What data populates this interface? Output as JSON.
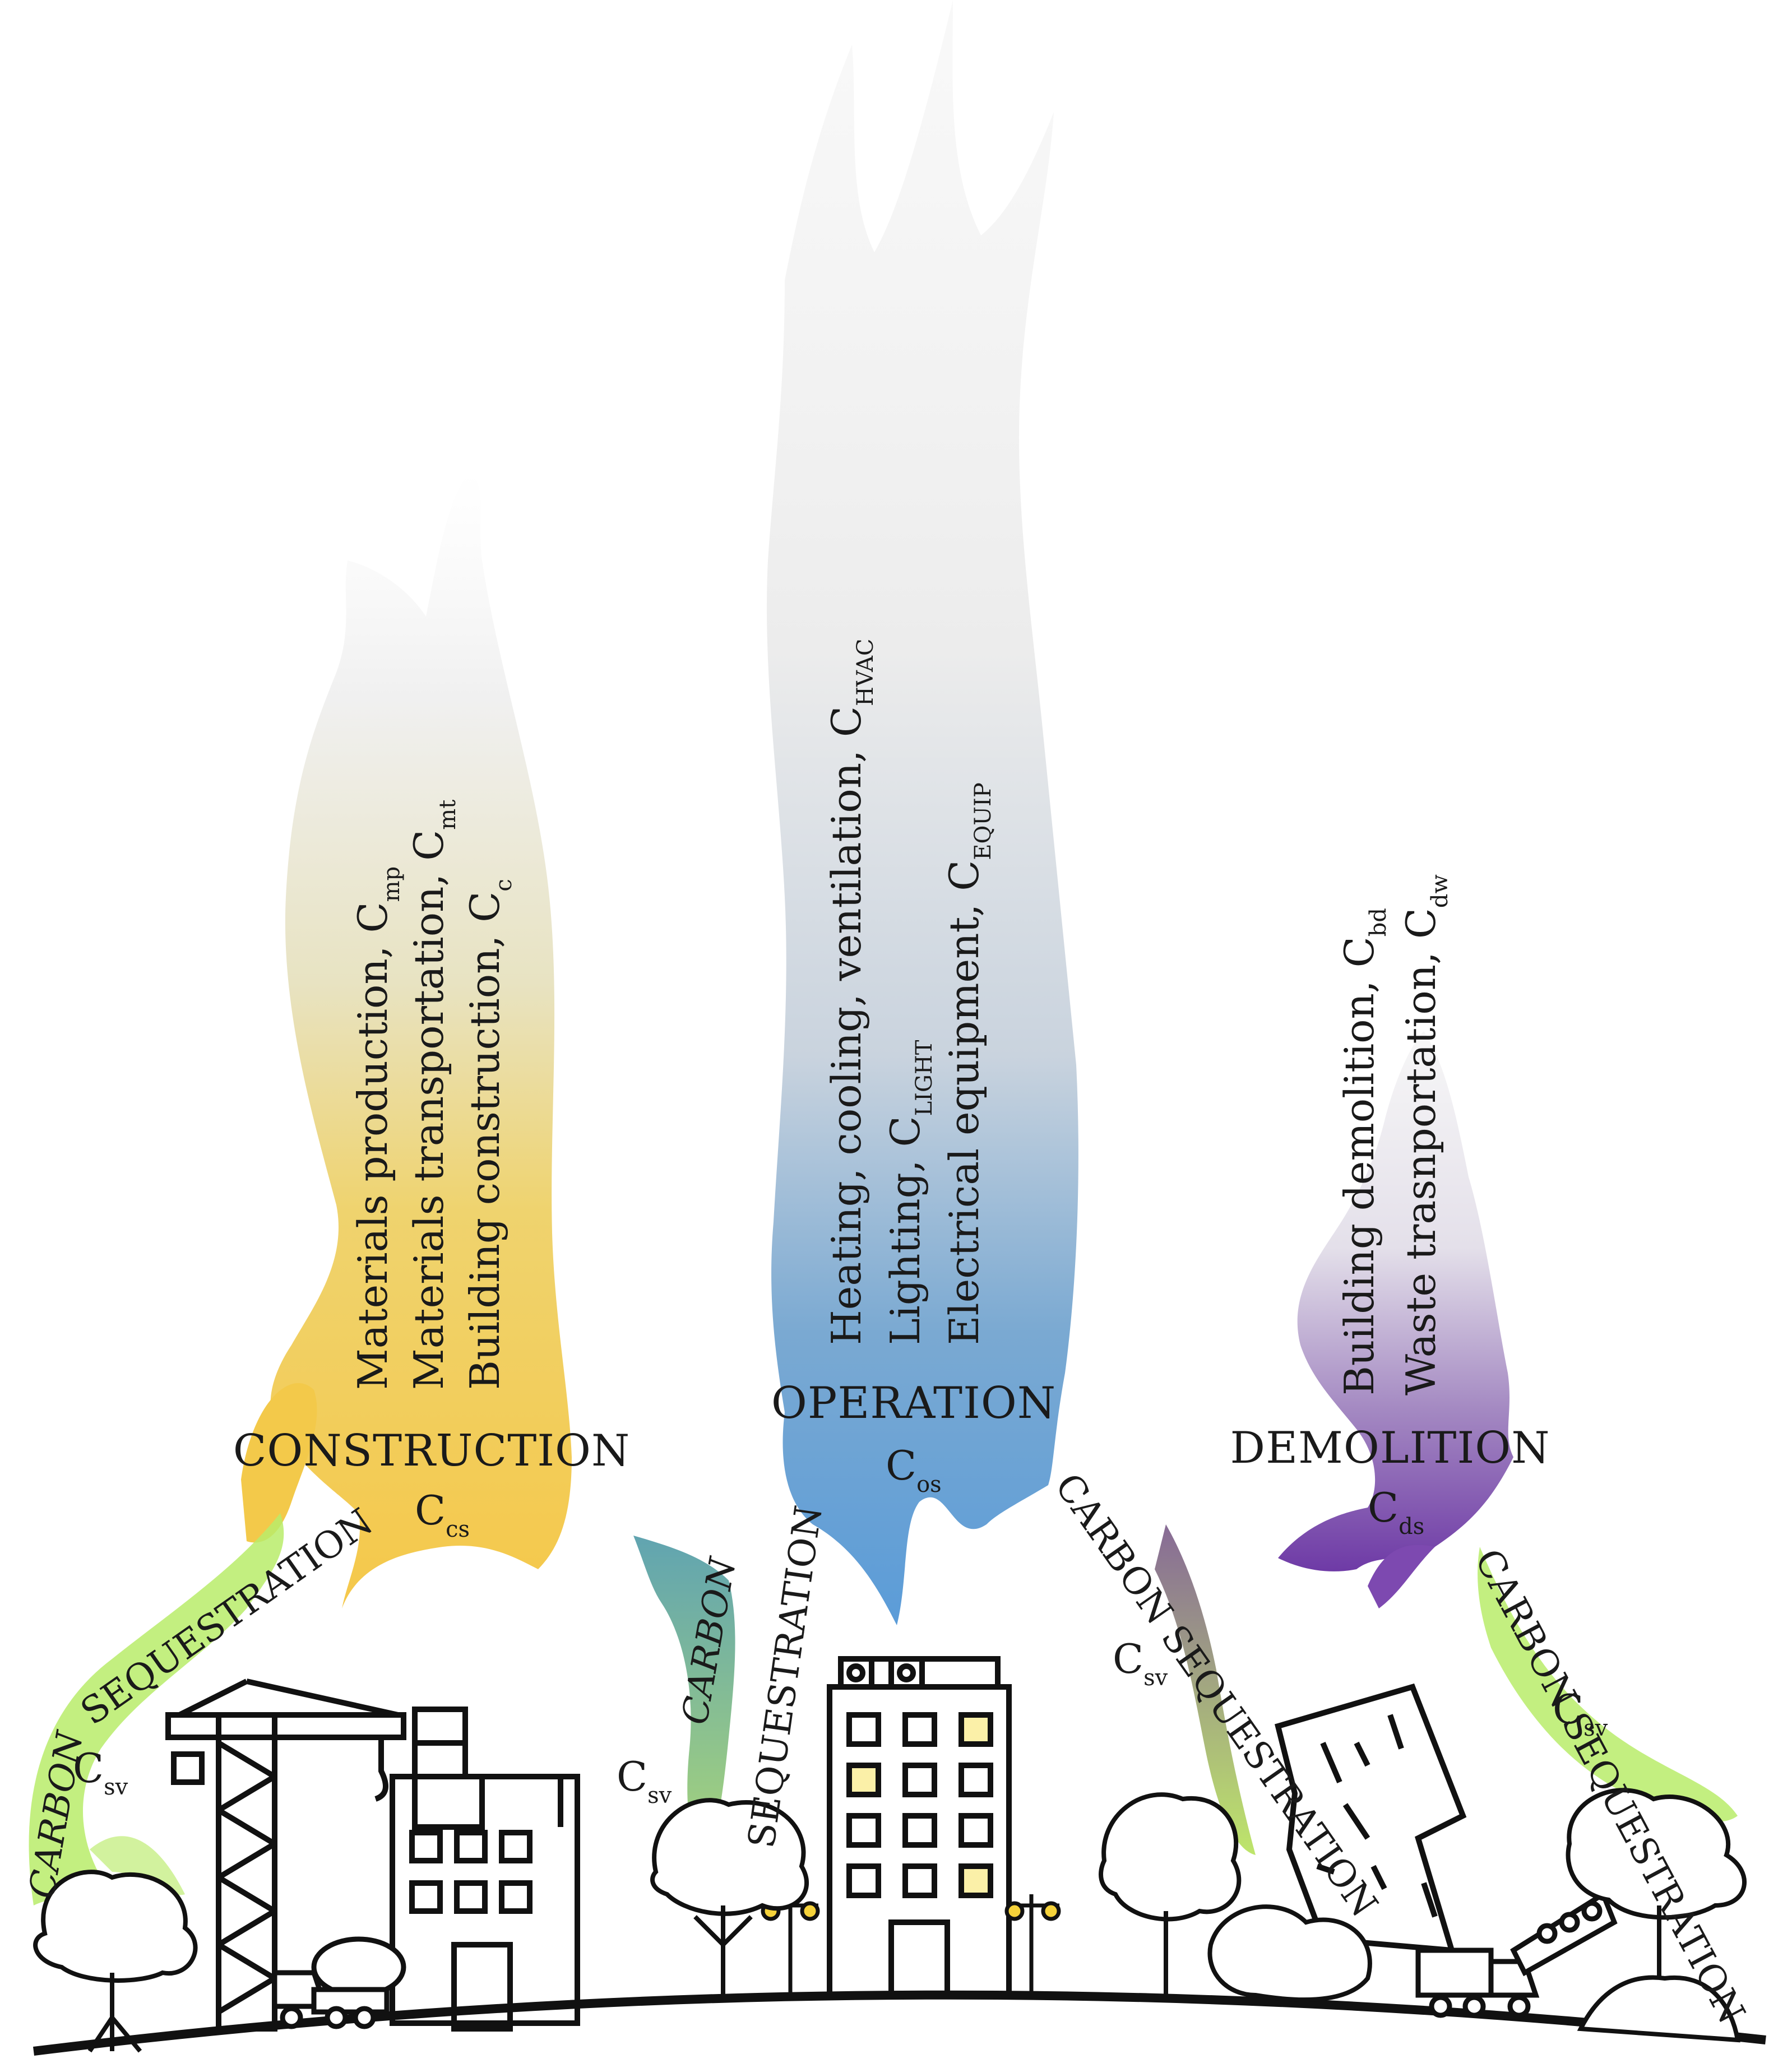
{
  "phases": {
    "construction": {
      "name": "CONSTRUCTION",
      "symbol": "C",
      "sub": "cs",
      "items": [
        {
          "text": "Materials production, ",
          "sym": "C",
          "sub": "mp"
        },
        {
          "text": "Materials transportation, ",
          "sym": "C",
          "sub": "mt"
        },
        {
          "text": "Building construction, ",
          "sym": "C",
          "sub": "c"
        }
      ]
    },
    "operation": {
      "name": "OPERATION",
      "symbol": "C",
      "sub": "os",
      "items": [
        {
          "text": "Heating, cooling, ventilation, ",
          "sym": "C",
          "sub": "HVAC"
        },
        {
          "text": "Lighting, ",
          "sym": "C",
          "sub": "LIGHT"
        },
        {
          "text": "Electrical equipment, ",
          "sym": "C",
          "sub": "EQUIP"
        }
      ]
    },
    "demolition": {
      "name": "DEMOLITION",
      "symbol": "C",
      "sub": "ds",
      "items": [
        {
          "text": "Building demolition, ",
          "sym": "C",
          "sub": "bd"
        },
        {
          "text": "Waste trasnportation, ",
          "sym": "C",
          "sub": "dw"
        }
      ]
    }
  },
  "sequestration": {
    "carbon": "CARBON",
    "sequestration": "SEQUESTRATION",
    "carbon_sequestration": "CARBON SEQUESTRATION",
    "symbol": "C",
    "sub": "sv"
  },
  "colors": {
    "construction": "#f3c94a",
    "operation": "#5f9fd8",
    "demolition": "#7a3fae",
    "sequestration": "#a8e05a",
    "plume_top": "#f2f2f2",
    "ink": "#111111"
  }
}
